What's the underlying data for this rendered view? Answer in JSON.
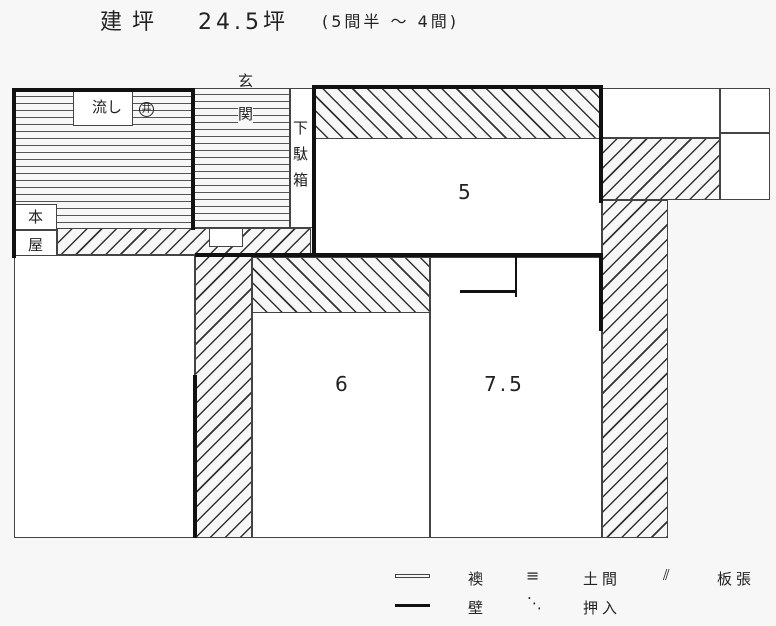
{
  "title": {
    "label": "建坪",
    "area": "24.5坪",
    "span": "(5間半 ～ 4間)"
  },
  "rooms": {
    "sink": "流し",
    "well": "井",
    "entrance_top": "玄",
    "entrance_bottom": "関",
    "shoe_box": [
      "下",
      "駄",
      "箱"
    ],
    "main_house_top": "本",
    "main_house_bottom": "屋",
    "room_5": "5",
    "room_6": "6",
    "room_75": "7.5"
  },
  "legend": {
    "fusuma": "襖",
    "doma": "土間",
    "itabari": "板張",
    "wall": "壁",
    "oshiire": "押入"
  }
}
